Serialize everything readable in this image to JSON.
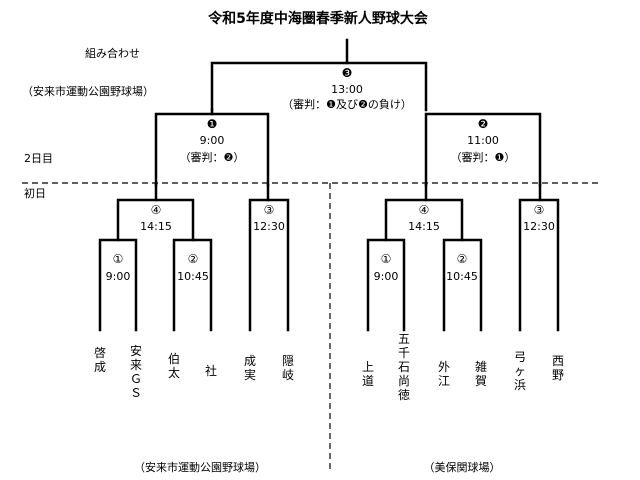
{
  "title": "令和5年度中海圏春季新人野球大会",
  "header_label": "組み合わせ",
  "day_labels": {
    "day2": "2日目",
    "day1": "初日"
  },
  "venues": {
    "top_left": "（安来市運動公園野球場）",
    "bottom_left": "（安来市運動公園野球場）",
    "bottom_right": "（美保関球場）"
  },
  "final": {
    "number": "❸",
    "time": "13:00",
    "umpire": "（審判：❶及び❷の負け）"
  },
  "semis": [
    {
      "number": "❶",
      "time": "9:00",
      "umpire": "（審判：❷）"
    },
    {
      "number": "❷",
      "time": "11:00",
      "umpire": "（審判：❶）"
    }
  ],
  "day1_matches": [
    {
      "number": "④",
      "time": "14:15"
    },
    {
      "number": "③",
      "time": "12:30"
    },
    {
      "number": "④",
      "time": "14:15"
    },
    {
      "number": "③",
      "time": "12:30"
    }
  ],
  "first_round": [
    {
      "number": "①",
      "time": "9:00"
    },
    {
      "number": "②",
      "time": "10:45"
    },
    {
      "number": "①",
      "time": "9:00"
    },
    {
      "number": "②",
      "time": "10:45"
    }
  ],
  "teams": [
    "啓成",
    "安来ＧＳ",
    "伯太",
    "社",
    "成実",
    "隠岐",
    "上道",
    "五千石尚徳",
    "外江",
    "雑賀",
    "弓ヶ浜",
    "西野"
  ]
}
